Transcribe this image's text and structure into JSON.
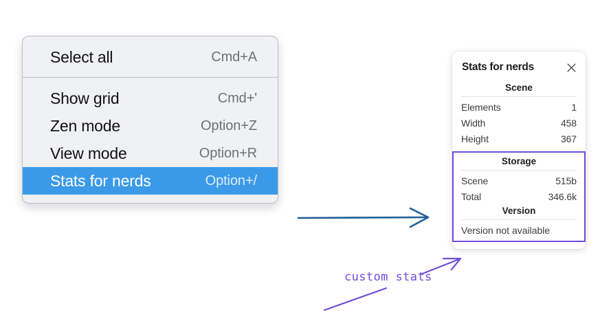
{
  "context_menu": {
    "name": "context-menu",
    "groups": [
      {
        "items": [
          {
            "label": "Select all",
            "shortcut": "Cmd+A",
            "selected": false
          }
        ]
      },
      {
        "items": [
          {
            "label": "Show grid",
            "shortcut": "Cmd+'",
            "selected": false
          },
          {
            "label": "Zen mode",
            "shortcut": "Option+Z",
            "selected": false
          },
          {
            "label": "View mode",
            "shortcut": "Option+R",
            "selected": false
          },
          {
            "label": "Stats for nerds",
            "shortcut": "Option+/",
            "selected": true
          }
        ]
      }
    ]
  },
  "stats_panel": {
    "title": "Stats for nerds",
    "close_icon": "close-icon",
    "scene": {
      "heading": "Scene",
      "rows": [
        {
          "key": "Elements",
          "value": "1"
        },
        {
          "key": "Width",
          "value": "458"
        },
        {
          "key": "Height",
          "value": "367"
        }
      ]
    },
    "storage": {
      "heading": "Storage",
      "rows": [
        {
          "key": "Scene",
          "value": "515b"
        },
        {
          "key": "Total",
          "value": "346.6k"
        }
      ]
    },
    "version": {
      "heading": "Version",
      "text": "Version not available"
    }
  },
  "annotations": {
    "custom_stats_label": "custom stats",
    "arrow_color": "#1f5e96",
    "highlight_color": "#6f4ed8"
  },
  "colors": {
    "menu_background": "#f0f1f3",
    "menu_border": "#b9c0c9",
    "selection_blue": "#3b9ae8",
    "shortcut_gray": "#6f7074",
    "panel_background": "#ffffff",
    "purple": "#6f4ed8",
    "arrow_blue": "#1f5e96"
  }
}
